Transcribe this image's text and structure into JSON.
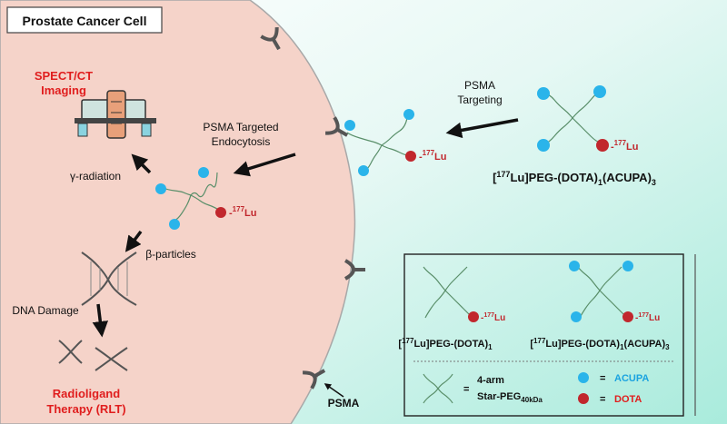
{
  "cell": {
    "title": "Prostate Cancer Cell"
  },
  "imaging": {
    "line1": "SPECT/CT",
    "line2": "Imaging"
  },
  "labels": {
    "gamma": "γ-radiation",
    "endocytosis_1": "PSMA Targeted",
    "endocytosis_2": "Endocytosis",
    "beta": "β-particles",
    "dna_damage": "DNA Damage",
    "therapy_1": "Radioligand",
    "therapy_2": "Therapy (RLT)",
    "psma_targeting_1": "PSMA",
    "psma_targeting_2": "Targeting",
    "psma": "PSMA",
    "lu_sup": "177",
    "lu": "Lu"
  },
  "main_compound": {
    "pre": "[",
    "sup": "177",
    "mid": "Lu]PEG-(DOTA)",
    "sub1": "1",
    "mid2": "(ACUPA)",
    "sub2": "3"
  },
  "legend": {
    "compound_a": {
      "pre": "[",
      "sup": "177",
      "mid": "Lu]PEG-(DOTA)",
      "sub": "1"
    },
    "compound_b": {
      "pre": "[",
      "sup": "177",
      "mid": "Lu]PEG-(DOTA)",
      "sub1": "1",
      "mid2": "(ACUPA)",
      "sub2": "3"
    },
    "equals": "=",
    "peg_line1": "4-arm",
    "peg_line2": "Star-PEG",
    "peg_sub": "40kDa",
    "acupa": "ACUPA",
    "dota": "DOTA"
  },
  "colors": {
    "cell_fill": "#f5d3c9",
    "background_mint": "#bff0e6",
    "acupa_blue": "#2ab4ea",
    "dota_red": "#c1272d",
    "red_text": "#e01e1e",
    "blue_text": "#1aa3e0"
  }
}
